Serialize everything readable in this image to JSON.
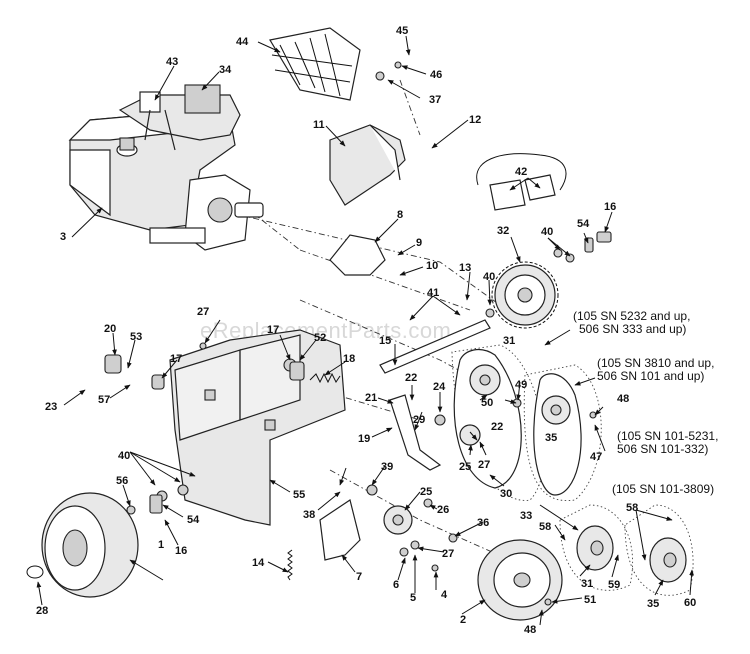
{
  "watermark": "eReplacementParts.com",
  "callouts": [
    "1",
    "2",
    "3",
    "4",
    "5",
    "6",
    "7",
    "8",
    "9",
    "10",
    "11",
    "12",
    "13",
    "14",
    "15",
    "16",
    "16",
    "17",
    "17",
    "18",
    "19",
    "20",
    "21",
    "22",
    "22",
    "23",
    "24",
    "25",
    "25",
    "26",
    "27",
    "27",
    "27",
    "28",
    "29",
    "30",
    "31",
    "31",
    "32",
    "33",
    "34",
    "35",
    "35",
    "36",
    "37",
    "38",
    "39",
    "40",
    "40",
    "40",
    "41",
    "42",
    "43",
    "44",
    "45",
    "46",
    "47",
    "48",
    "48",
    "49",
    "50",
    "51",
    "52",
    "53",
    "54",
    "54",
    "55",
    "56",
    "57",
    "58",
    "58",
    "59",
    "60"
  ],
  "notes": [
    "(105 SN 5232 and up,",
    "506 SN 333 and up)",
    "(105 SN 3810 and up,",
    "506 SN 101 and up)",
    "(105 SN 101-5231,",
    "506 SN 101-332)",
    "(105 SN 101-3809)"
  ]
}
